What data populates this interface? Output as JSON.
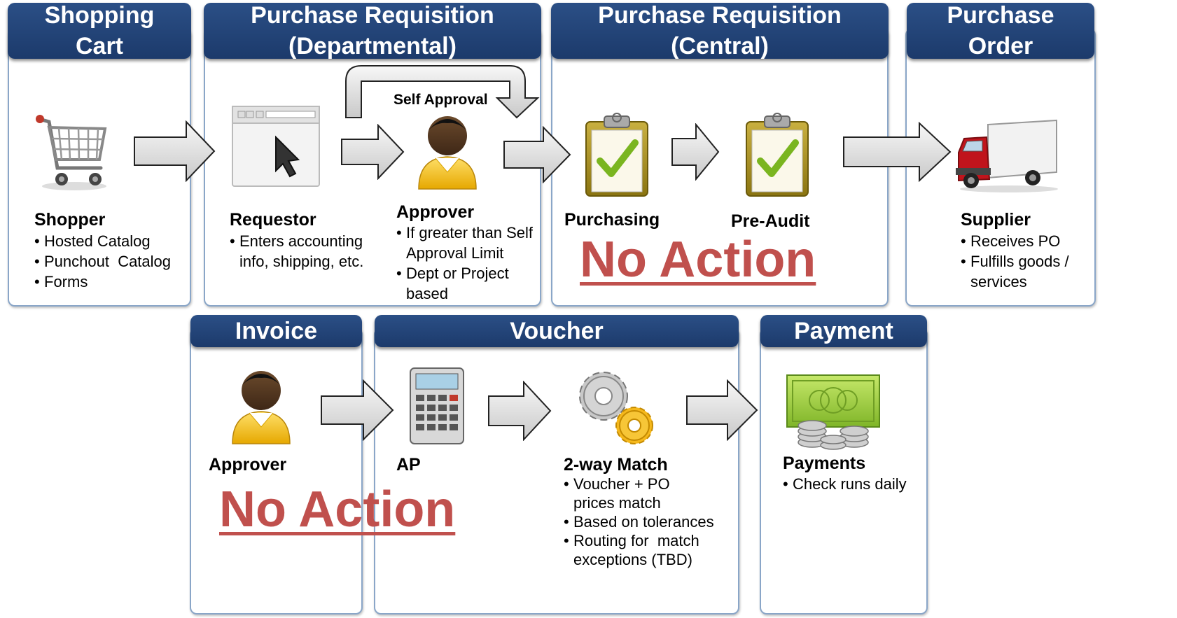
{
  "panels": {
    "shopping_cart": {
      "title": "Shopping\nCart",
      "role": "Shopper",
      "bullets": [
        "Hosted Catalog",
        "Punchout  Catalog",
        "Forms"
      ]
    },
    "pr_departmental": {
      "title": "Purchase Requisition\n(Departmental)",
      "requestor_role": "Requestor",
      "requestor_bullets": [
        "Enters accounting info, shipping, etc."
      ],
      "self_approval": "Self Approval",
      "approver_role": "Approver",
      "approver_bullets": [
        "If greater than Self Approval Limit",
        "Dept or Project based"
      ]
    },
    "pr_central": {
      "title": "Purchase Requisition\n(Central)",
      "purchasing_role": "Purchasing",
      "preaudit_role": "Pre-Audit",
      "no_action": "No Action"
    },
    "purchase_order": {
      "title": "Purchase\nOrder",
      "role": "Supplier",
      "bullets": [
        "Receives PO",
        "Fulfills goods / services"
      ]
    },
    "invoice": {
      "title": "Invoice",
      "role": "Approver",
      "no_action": "No Action"
    },
    "voucher": {
      "title": "Voucher",
      "ap_role": "AP",
      "match_role": "2-way Match",
      "match_bullets": [
        "Voucher + PO prices match",
        "Based on tolerances",
        "Routing for  match exceptions (TBD)"
      ]
    },
    "payment": {
      "title": "Payment",
      "role": "Payments",
      "bullets": [
        "Check runs daily"
      ]
    }
  },
  "colors": {
    "header_blue": "#1f3f73",
    "panel_border": "#8aa6c8",
    "no_action_red": "#c0504d"
  }
}
